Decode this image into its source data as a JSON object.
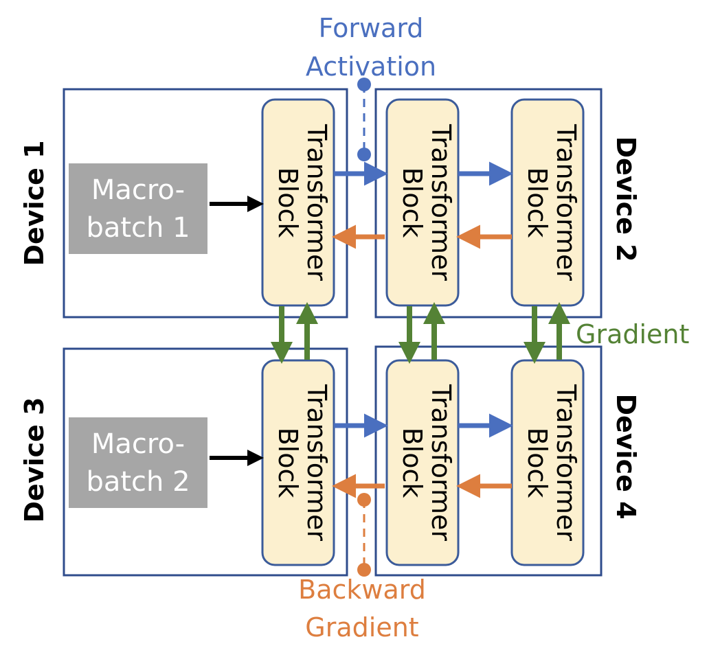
{
  "devices": [
    "Device 1",
    "Device 2",
    "Device 3",
    "Device 4"
  ],
  "block": {
    "line1": "Transformer",
    "line2": "Block"
  },
  "macrobatches": [
    {
      "line1": "Macro-",
      "line2": "batch 1"
    },
    {
      "line1": "Macro-",
      "line2": "batch 2"
    }
  ],
  "legend": {
    "forward": {
      "line1": "Forward",
      "line2": "Activation"
    },
    "backward": {
      "line1": "Backward",
      "line2": "Gradient"
    },
    "gradient": "Gradient"
  },
  "colors": {
    "forward": "#4A6FBF",
    "backward": "#DD7E3F",
    "gradient": "#548235",
    "device_border": "#2F4C8C",
    "block_fill": "#FCF0CF",
    "macrobatch_fill": "#A6A6A6"
  }
}
